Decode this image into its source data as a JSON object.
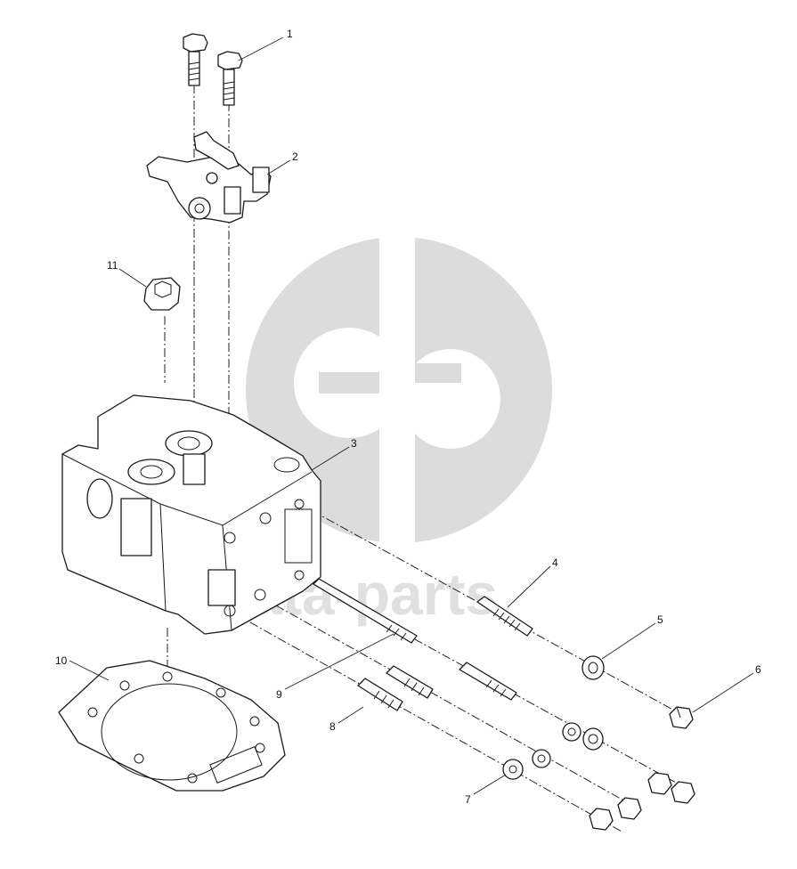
{
  "watermark": {
    "text": "data-parts",
    "color": "#d0d0d0"
  },
  "callouts": [
    {
      "id": "1",
      "label": "1"
    },
    {
      "id": "2",
      "label": "2"
    },
    {
      "id": "3",
      "label": "3"
    },
    {
      "id": "4",
      "label": "4"
    },
    {
      "id": "5",
      "label": "5"
    },
    {
      "id": "6",
      "label": "6"
    },
    {
      "id": "7",
      "label": "7"
    },
    {
      "id": "8",
      "label": "8"
    },
    {
      "id": "9",
      "label": "9"
    },
    {
      "id": "10",
      "label": "10"
    },
    {
      "id": "11",
      "label": "11"
    }
  ],
  "colors": {
    "line": "#1a1a1a",
    "background": "#ffffff",
    "watermark": "#d0d0d0"
  }
}
